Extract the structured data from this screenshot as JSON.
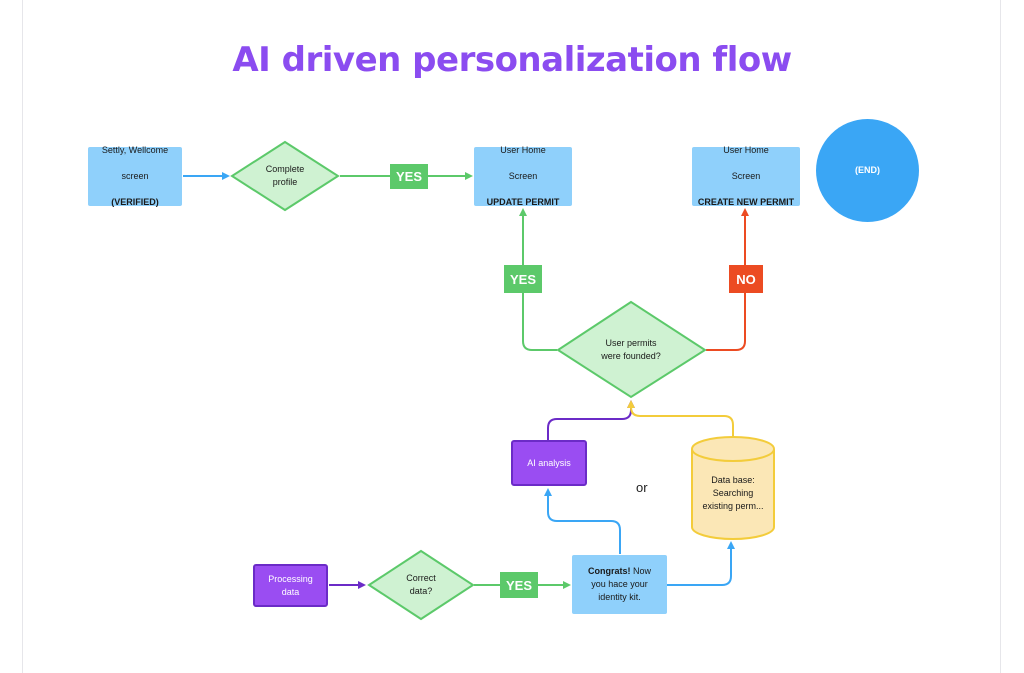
{
  "title": "AI driven personalization flow",
  "colors": {
    "title": "#8b4cf0",
    "green": "#5cc96a",
    "green_fill": "#cff2d2",
    "blue_line": "#3aa6f5",
    "red": "#ec4b22",
    "purple": "#6b2bc7",
    "yellow": "#f3cc3b",
    "yellow_fill": "#fbe7b6"
  },
  "nodes": {
    "welcome": {
      "line1": "Settly, Wellcome",
      "line2": "screen",
      "line3": "(VERIFIED)"
    },
    "complete_profile": {
      "text": "Complete\nprofile"
    },
    "update_permit": {
      "line1": "User Home",
      "line2": "Screen",
      "line3": "UPDATE PERMIT"
    },
    "create_permit": {
      "line1": "User Home",
      "line2": "Screen",
      "line3": "CREATE NEW PERMIT"
    },
    "end": {
      "text": "(END)"
    },
    "permits_found": {
      "text": "User permits\nwere founded?"
    },
    "ai_analysis": {
      "text": "AI analysis"
    },
    "database": {
      "text": "Data base:\nSearching\nexisting perm..."
    },
    "processing": {
      "text": "Processing\ndata"
    },
    "correct_data": {
      "text": "Correct\ndata?"
    },
    "congrats": {
      "bold": "Congrats!",
      "rest": " Now\nyou hace your\nidentity kit."
    }
  },
  "labels": {
    "yes_top": "YES",
    "yes_mid": "YES",
    "no_mid": "NO",
    "yes_bottom": "YES",
    "or": "or"
  }
}
